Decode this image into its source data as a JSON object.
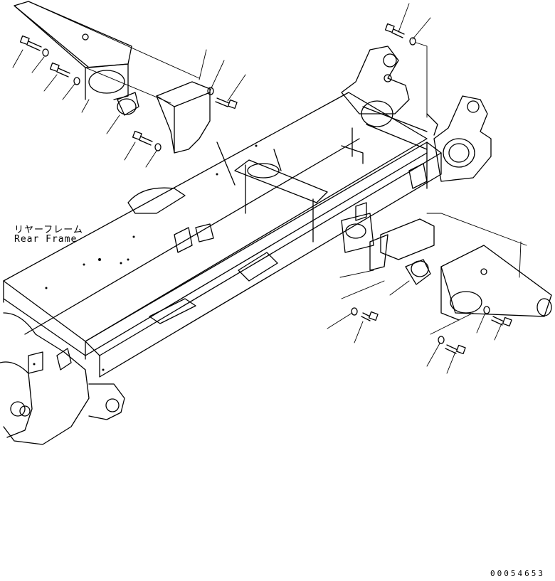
{
  "part_label": {
    "japanese": "リヤーフレーム",
    "english": "Rear Frame"
  },
  "drawing_number": "00054653",
  "colors": {
    "line": "#000000",
    "background": "#ffffff"
  }
}
